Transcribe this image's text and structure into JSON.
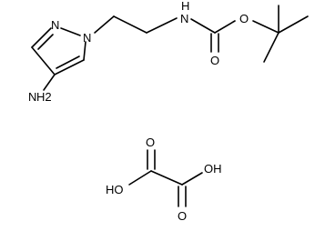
{
  "structure": {
    "atoms": {
      "pyrazole_n2": "N",
      "pyrazole_n1": "N",
      "carbamate_nh": "H",
      "carbamate_n": "N",
      "carbamate_carbonyl_o": "O",
      "carbamate_ester_o": "O",
      "amine_n": "N",
      "amine_h2": "H2",
      "oxalic_oh_left": "HO",
      "oxalic_o_top": "O",
      "oxalic_oh_right": "OH",
      "oxalic_o_bottom": "O"
    },
    "colors": {
      "ink": "#000000",
      "background": "#ffffff"
    }
  }
}
